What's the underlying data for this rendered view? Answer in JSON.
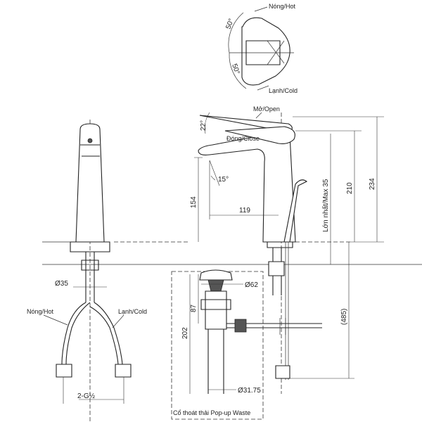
{
  "labels": {
    "hot_top": "Nóng/Hot",
    "cold_top": "Lạnh/Cold",
    "open": "Mở/Open",
    "close": "Đóng/Close",
    "hot_front": "Nóng/Hot",
    "cold_front": "Lạnh/Cold",
    "max_lift": "Lớn nhất/Max 35",
    "popup_waste": "Cổ thoát thải Pop-up Waste"
  },
  "dimensions": {
    "angle_hot": "50°",
    "angle_cold": "50°",
    "lever_angle": "22°",
    "spout_angle": "15°",
    "spout_height": "154",
    "spout_reach": "119",
    "height_210": "210",
    "height_234": "234",
    "drain_length": "(485)",
    "body_dia": "Ø35",
    "drain_dia": "Ø62",
    "drain_87": "87",
    "drain_202": "202",
    "drain_pipe_dia": "Ø31.75",
    "thread": "2-G½"
  }
}
